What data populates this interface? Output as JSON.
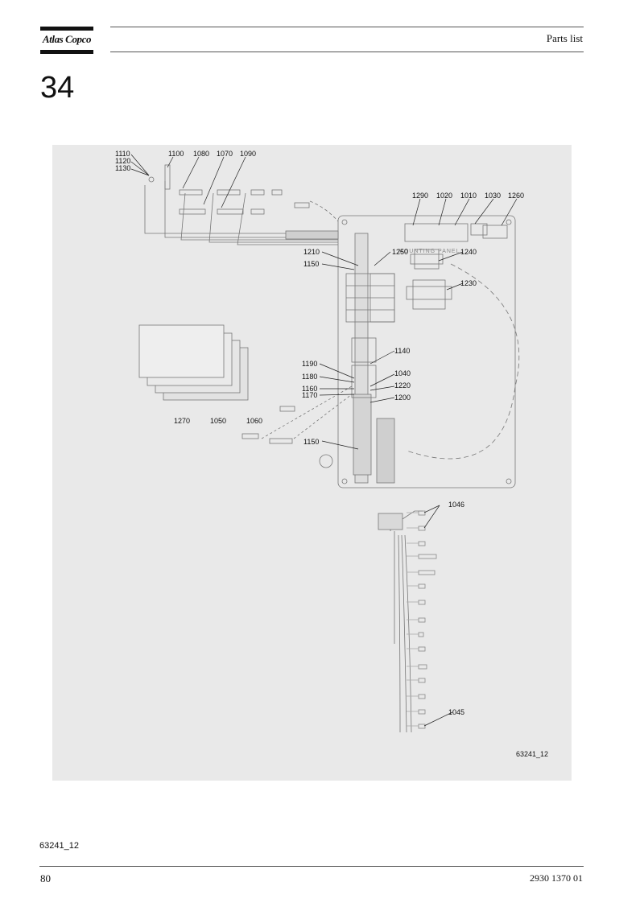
{
  "header": {
    "logo_text": "Atlas Copco",
    "title": "Parts list"
  },
  "section": {
    "number": "34"
  },
  "figure": {
    "code": "63241_12",
    "panel_label": "MOUNTING PANEL",
    "callouts": {
      "c1110": "1110",
      "c1120": "1120",
      "c1130": "1130",
      "c1100": "1100",
      "c1080": "1080",
      "c1070": "1070",
      "c1090": "1090",
      "c1290": "1290",
      "c1020": "1020",
      "c1010": "1010",
      "c1030": "1030",
      "c1260": "1260",
      "c1210": "1210",
      "c1150a": "1150",
      "c1250": "1250",
      "c1240": "1240",
      "c1230": "1230",
      "c1140": "1140",
      "c1190": "1190",
      "c1180": "1180",
      "c1040": "1040",
      "c1220": "1220",
      "c1160": "1160",
      "c1170": "1170",
      "c1200": "1200",
      "c1270": "1270",
      "c1050": "1050",
      "c1060": "1060",
      "c1150b": "1150",
      "c1046": "1046",
      "c1045": "1045"
    }
  },
  "footer": {
    "figure_ref": "63241_12",
    "page_number": "80",
    "doc_number": "2930 1370 01"
  }
}
